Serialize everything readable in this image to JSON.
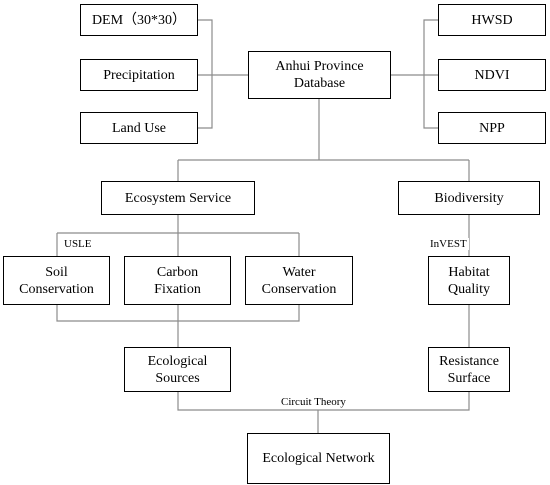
{
  "colors": {
    "line": "#8c8c8c",
    "box_border": "#000000",
    "text": "#000000",
    "background": "#ffffff"
  },
  "inputs": {
    "left": [
      "DEM（30*30）",
      "Precipitation",
      "Land Use"
    ],
    "right": [
      "HWSD",
      "NDVI",
      "NPP"
    ]
  },
  "database": "Anhui Province\nDatabase",
  "branches": {
    "ecosystem_service": "Ecosystem Service",
    "biodiversity": "Biodiversity"
  },
  "services": {
    "soil": "Soil\nConservation",
    "carbon": "Carbon\nFixation",
    "water": "Water\nConservation"
  },
  "habitat": "Habitat\nQuality",
  "ecological_sources": "Ecological\nSources",
  "resistance_surface": "Resistance\nSurface",
  "ecological_network": "Ecological Network",
  "method_labels": {
    "usle": "USLE",
    "invest": "InVEST",
    "circuit": "Circuit Theory"
  }
}
